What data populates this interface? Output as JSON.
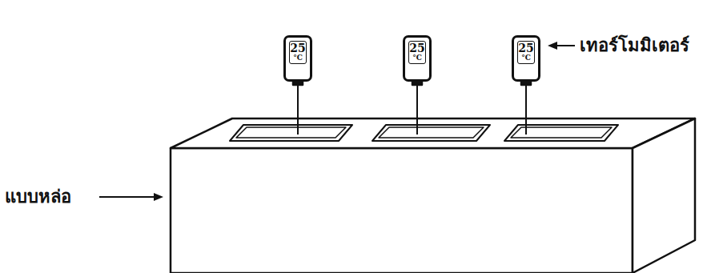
{
  "diagram": {
    "nodes": [
      {
        "text": [
          "25",
          "°C"
        ]
      },
      {
        "text": [
          "25",
          "°C"
        ]
      },
      {
        "text": [
          "25",
          "°C"
        ]
      }
    ],
    "labels": [
      "เทอร์โมมิเตอร์",
      "แบบหล่อ"
    ]
  }
}
